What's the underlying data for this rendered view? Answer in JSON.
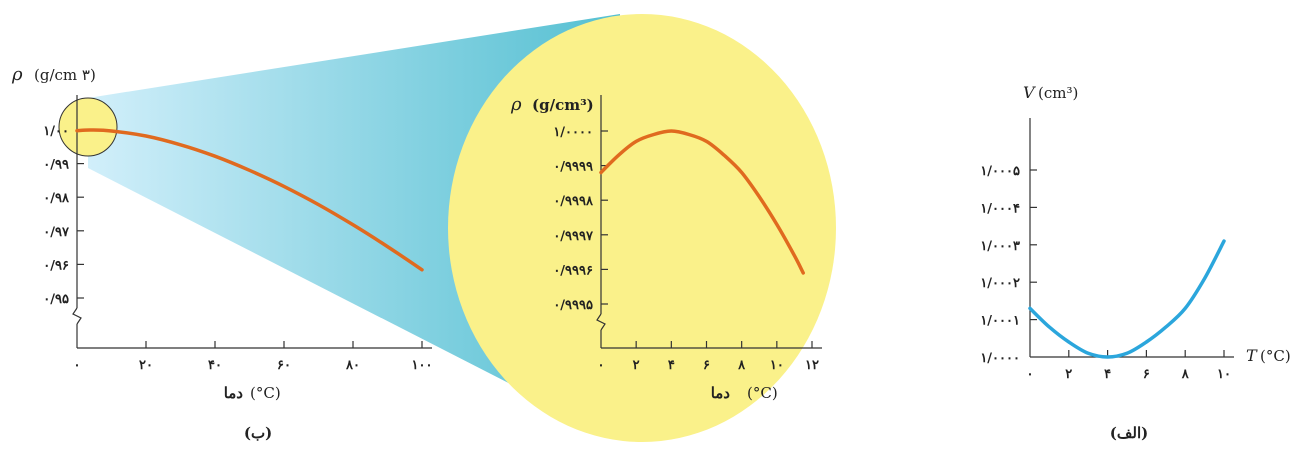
{
  "colors": {
    "curve_water": "#e06a1f",
    "curve_volume": "#2ba6dc",
    "zoom_fill": "#faf18a",
    "cone_start": "#cfeefa",
    "cone_end": "#4bbccf",
    "axis": "#333333"
  },
  "panel_a": {
    "label": "(الف)"
  },
  "panel_b": {
    "label": "(ب)"
  },
  "chart_data": [
    {
      "id": "volume",
      "type": "line",
      "ylabel_symbol": "V",
      "ylabel_unit": "(cm³)",
      "xlabel_symbol": "T",
      "xlabel_unit": "(°C)",
      "xlim": [
        0,
        10
      ],
      "ylim": [
        1.0,
        1.0005
      ],
      "x_ticks": [
        0,
        2,
        4,
        6,
        8,
        10
      ],
      "x_tick_labels": [
        "۰",
        "۲",
        "۴",
        "۶",
        "۸",
        "۱۰"
      ],
      "y_ticks": [
        1.0,
        1.0001,
        1.0002,
        1.0003,
        1.0004,
        1.0005
      ],
      "y_tick_labels": [
        "۱/۰۰۰۰",
        "۱/۰۰۰۱",
        "۱/۰۰۰۲",
        "۱/۰۰۰۳",
        "۱/۰۰۰۴",
        "۱/۰۰۰۵"
      ],
      "series": [
        {
          "x": [
            0,
            1,
            2,
            3,
            4,
            5,
            6,
            7,
            8,
            9,
            10
          ],
          "y": [
            1.00013,
            1.00008,
            1.00004,
            1.00001,
            1.0,
            1.00001,
            1.00004,
            1.00008,
            1.00013,
            1.00021,
            1.00031
          ]
        }
      ]
    },
    {
      "id": "density",
      "type": "line",
      "ylabel_symbol": "ρ",
      "ylabel_unit": "(g/cm ۳)",
      "xlabel": "دما",
      "xlabel_unit": "(°C)",
      "xlim": [
        0,
        100
      ],
      "ylim": [
        0.95,
        1.0
      ],
      "x_ticks": [
        0,
        20,
        40,
        60,
        80,
        100
      ],
      "x_tick_labels": [
        "۰",
        "۲۰",
        "۴۰",
        "۶۰",
        "۸۰",
        "۱۰۰"
      ],
      "y_ticks": [
        0.95,
        0.96,
        0.97,
        0.98,
        0.99,
        1.0
      ],
      "y_tick_labels": [
        "۰/۹۵",
        "۰/۹۶",
        "۰/۹۷",
        "۰/۹۸",
        "۰/۹۹",
        "۱/۰۰"
      ],
      "series": [
        {
          "x": [
            0,
            4,
            10,
            20,
            30,
            40,
            50,
            60,
            70,
            80,
            90,
            100
          ],
          "y": [
            0.9998,
            1.0,
            0.9997,
            0.9982,
            0.9956,
            0.9922,
            0.988,
            0.9832,
            0.9778,
            0.9718,
            0.9653,
            0.9584
          ]
        }
      ]
    },
    {
      "id": "density-zoom",
      "type": "line",
      "ylabel_symbol": "ρ",
      "ylabel_unit": "(g/cm³)",
      "xlabel": "دما",
      "xlabel_unit": "(°C)",
      "xlim": [
        0,
        12
      ],
      "ylim": [
        0.99945,
        1.0
      ],
      "x_ticks": [
        0,
        2,
        4,
        6,
        8,
        10,
        12
      ],
      "x_tick_labels": [
        "۰",
        "۲",
        "۴",
        "۶",
        "۸",
        "۱۰",
        "۱۲"
      ],
      "y_ticks": [
        0.9995,
        0.9996,
        0.9997,
        0.9998,
        0.9999,
        1.0
      ],
      "y_tick_labels": [
        "۰/۹۹۹۵",
        "۰/۹۹۹۶",
        "۰/۹۹۹۷",
        "۰/۹۹۹۸",
        "۰/۹۹۹۹",
        "۱/۰۰۰۰"
      ],
      "series": [
        {
          "x": [
            0,
            1,
            2,
            3,
            4,
            5,
            6,
            7,
            8,
            9,
            10,
            11,
            11.5
          ],
          "y": [
            0.99988,
            0.99993,
            0.99997,
            0.99999,
            1.0,
            0.99999,
            0.99997,
            0.99993,
            0.99988,
            0.99981,
            0.99973,
            0.99964,
            0.99959
          ]
        }
      ]
    }
  ]
}
